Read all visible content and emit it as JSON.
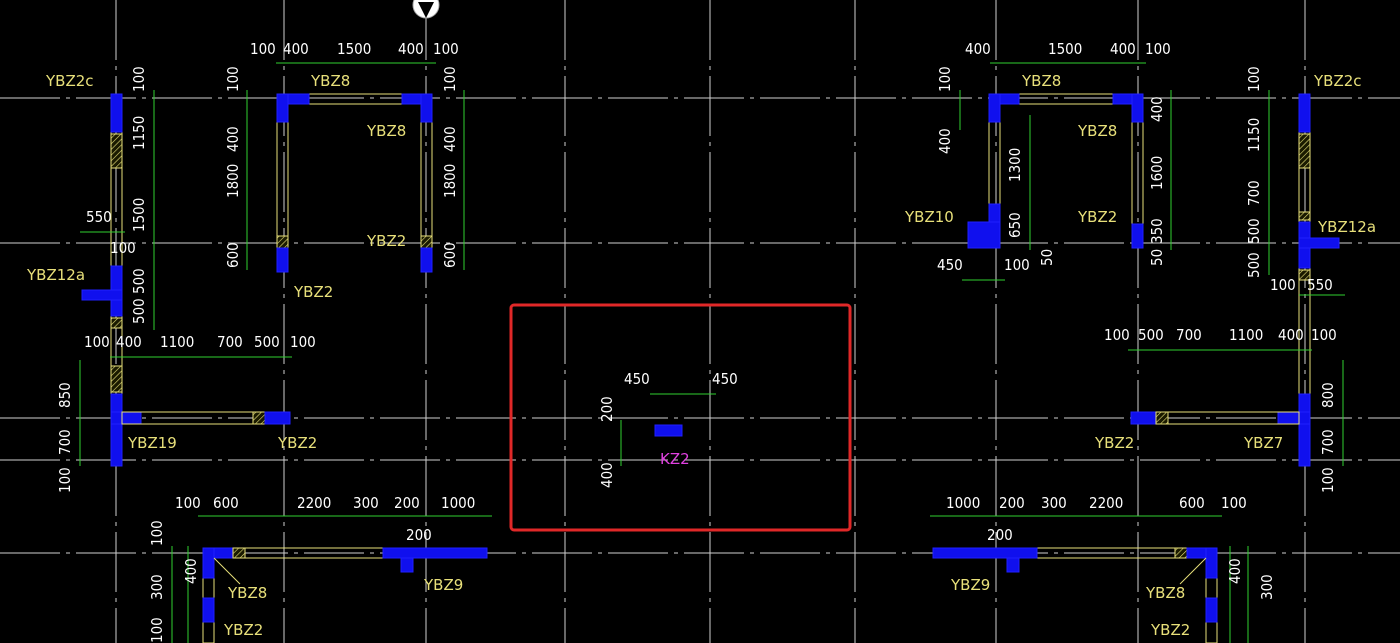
{
  "labels": {
    "ybz2c_left": "YBZ2c",
    "ybz8_top_left_a": "YBZ8",
    "ybz8_top_left_b": "YBZ8",
    "ybz2_left_mid": "YBZ2",
    "ybz2_left_low": "YBZ2",
    "ybz12a_left": "YBZ12a",
    "ybz19": "YBZ19",
    "ybz2_left_bottom": "YBZ2",
    "ybz8_bottom_left": "YBZ8",
    "ybz9_left": "YBZ9",
    "ybz2_bottom_left": "YBZ2",
    "kz2": "KZ2",
    "ybz8_top_right_a": "YBZ8",
    "ybz8_top_right_b": "YBZ8",
    "ybz10": "YBZ10",
    "ybz2_right_mid": "YBZ2",
    "ybz2c_right": "YBZ2c",
    "ybz12a_right": "YBZ12a",
    "ybz2_right_bottom": "YBZ2",
    "ybz7": "YBZ7",
    "ybz9_right": "YBZ9",
    "ybz8_bottom_right": "YBZ8",
    "ybz2_bottom_right": "YBZ2"
  },
  "dims": {
    "tl_100a": "100",
    "tl_400a": "400",
    "tl_1500": "1500",
    "tl_400b": "400",
    "tl_100b": "100",
    "tl_v100": "100",
    "tl_v400": "400",
    "tl_v1800": "1800",
    "tl_v600": "600",
    "tl_r100": "100",
    "tl_r400": "400",
    "tl_r1800": "1800",
    "tl_r600": "600",
    "l_100": "100",
    "l_1150": "1150",
    "l_1500": "1500",
    "l_550": "550",
    "l_100b": "100",
    "l_500a": "500",
    "l_500b": "500",
    "l_row_100": "100",
    "l_row_400": "400",
    "l_row_1100": "1100",
    "l_row_700": "700",
    "l_row_500": "500",
    "l_row_100b": "100",
    "l_850": "850",
    "l_700": "700",
    "l_100c": "100",
    "b_100": "100",
    "b_600": "600",
    "b_2200": "2200",
    "b_300": "300",
    "b_200": "200",
    "b_1000": "1000",
    "b_200b": "200",
    "bl_100": "100",
    "bl_400": "400",
    "bl_300": "300",
    "bl_100b": "100",
    "kz_450a": "450",
    "kz_450b": "450",
    "kz_200": "200",
    "kz_400": "400",
    "tr_400a": "400",
    "tr_1500": "1500",
    "tr_400b": "400",
    "tr_100": "100",
    "tr_v100": "100",
    "tr_v400": "400",
    "tr_1300": "1300",
    "tr_650": "650",
    "tr_400c": "400",
    "tr_1600": "1600",
    "tr_350": "350",
    "tr_50a": "50",
    "tr_50b": "50",
    "tr_450": "450",
    "tr_100b": "100",
    "r_100": "100",
    "r_1150": "1150",
    "r_700": "700",
    "r_500a": "500",
    "r_500b": "500",
    "r_100b": "100",
    "r_550": "550",
    "r_row_100": "100",
    "r_row_500": "500",
    "r_row_700": "700",
    "r_row_1100": "1100",
    "r_row_400": "400",
    "r_row_100b": "100",
    "r_800": "800",
    "r_700b": "700",
    "r_100c": "100",
    "br_1000": "1000",
    "br_200": "200",
    "br_300": "300",
    "br_2200": "2200",
    "br_600": "600",
    "br_100": "100",
    "br_200b": "200",
    "br_400": "400",
    "br_300b": "300"
  },
  "colors": {
    "background": "#000000",
    "column_fill": "#1010ee",
    "wall_line": "#e8e07a",
    "dimension_line": "#2fd02f",
    "selection_box": "#e02828",
    "kz_label": "#e040e0"
  }
}
